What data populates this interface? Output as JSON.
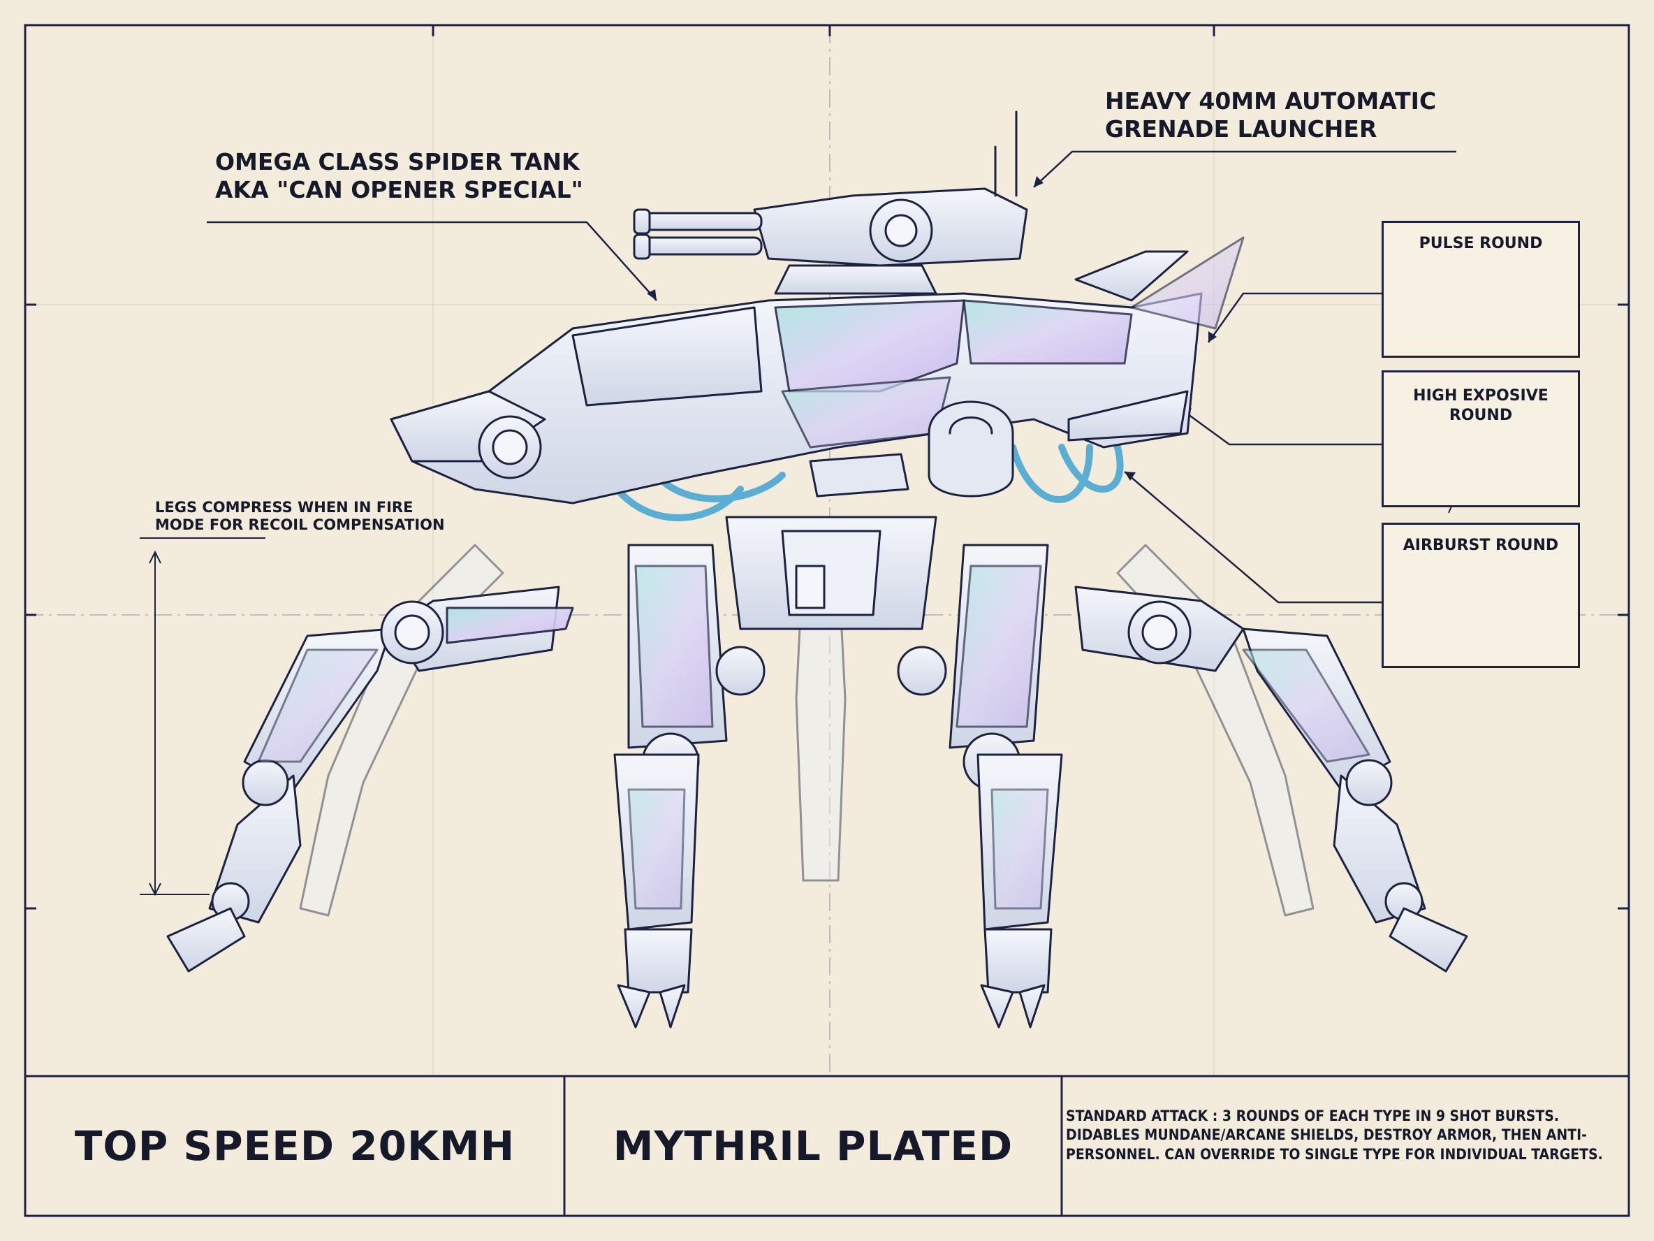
{
  "callouts": {
    "tank_name_line1": "OMEGA CLASS SPIDER TANK",
    "tank_name_line2": "AKA \"CAN OPENER SPECIAL\"",
    "weapon_line1": "HEAVY 40MM AUTOMATIC",
    "weapon_line2": "GRENADE LAUNCHER",
    "legs_line1": "LEGS COMPRESS WHEN IN FIRE",
    "legs_line2": "MODE FOR RECOIL COMPENSATION"
  },
  "ammo": [
    {
      "title": "PULSE ROUND",
      "icon": "pulse-round-icon"
    },
    {
      "title_line1": "HIGH EXPOSIVE",
      "title_line2": "ROUND",
      "icon": "high-explosive-round-icon"
    },
    {
      "title": "AIRBURST ROUND",
      "icon": "airburst-round-icon"
    }
  ],
  "footer": {
    "speed": "TOP SPEED 20KMH",
    "plating": "MYTHRIL PLATED",
    "attack_line1": "STANDARD ATTACK : 3 ROUNDS OF EACH TYPE IN 9 SHOT BURSTS.",
    "attack_line2": "DIDABLES MUNDANE/ARCANE SHIELDS, DESTROY ARMOR, THEN ANTI-",
    "attack_line3": "PERSONNEL. CAN OVERRIDE TO SINGLE TYPE FOR INDIVIDUAL TARGETS."
  },
  "colors": {
    "paper": "#f3ecdc",
    "ink": "#1c2340",
    "armor": "#e8edf6",
    "hose": "#7fc8e6",
    "iridescent_a": "#c9b8ee",
    "iridescent_b": "#a9e6e0"
  }
}
